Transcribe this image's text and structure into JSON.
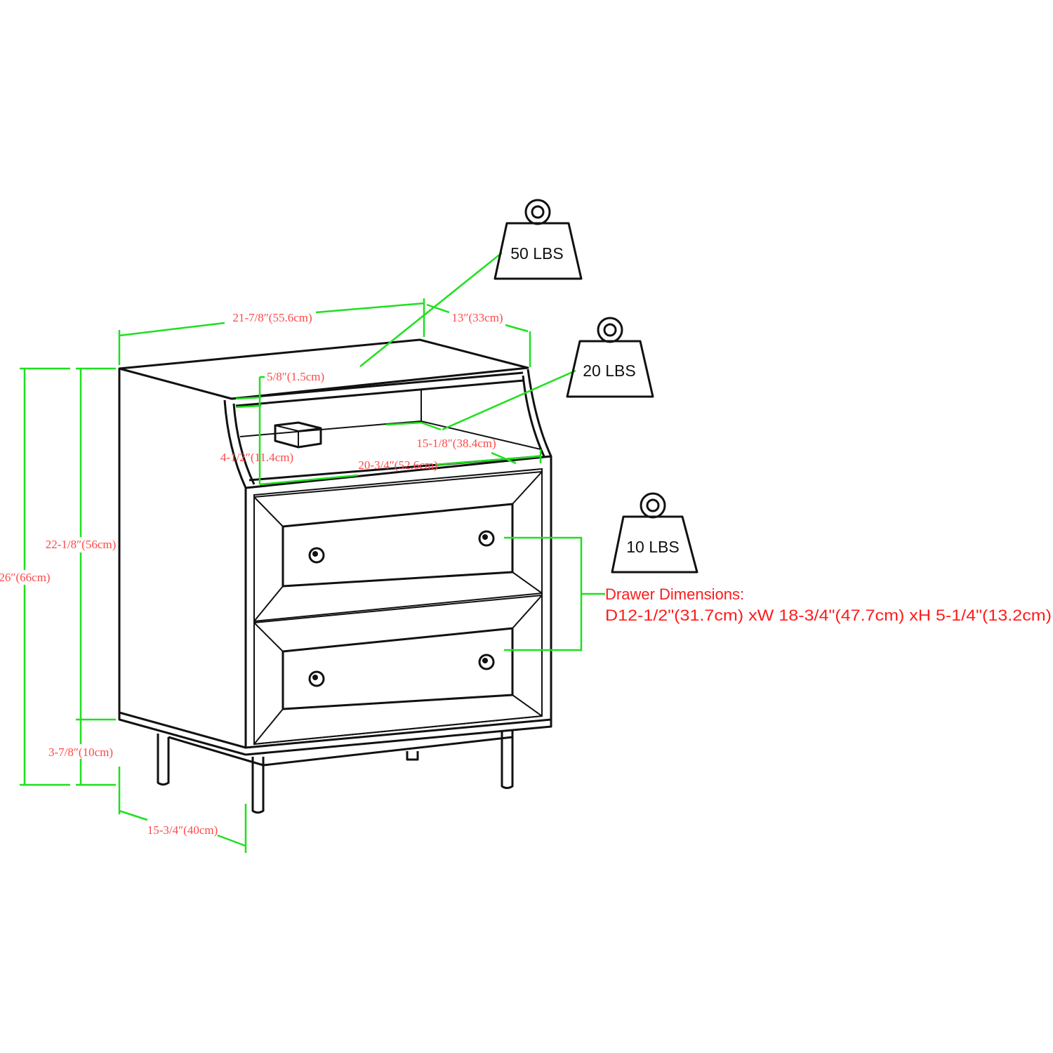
{
  "dimensions": {
    "width_top": "21-7/8″(55.6cm)",
    "depth_top": "13″(33cm)",
    "shelf_panel_thickness": "5/8″(1.5cm)",
    "shelf_depth": "15-1/8″(38.4cm)",
    "shelf_height": "4-1/2″(11.4cm)",
    "shelf_width": "20-3/4″(52.6cm)",
    "body_height": "22-1/8″(56cm)",
    "total_height": "26″(66cm)",
    "leg_height": "3-7/8″(10cm)",
    "total_depth": "15-3/4″(40cm)"
  },
  "weights": {
    "top": "50 LBS",
    "shelf": "20 LBS",
    "drawer": "10 LBS"
  },
  "drawer_dimensions": {
    "title": "Drawer Dimensions:",
    "values": "D12-1/2\"(31.7cm) xW 18-3/4\"(47.7cm) xH 5-1/4\"(13.2cm)"
  },
  "colors": {
    "dimension_line": "#1ee01e",
    "dimension_text": "#ff4848",
    "drawer_text": "#ff1a1a"
  }
}
